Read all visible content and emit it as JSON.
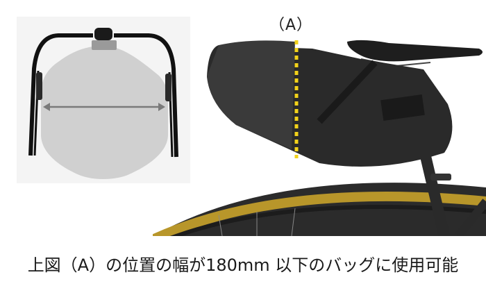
{
  "figure": {
    "left_panel": {
      "description": "Top view of drop handlebar with bag width silhouette",
      "arrow": "width-arrow"
    },
    "right_panel": {
      "marker_label": "（A）",
      "marker_color": "#f2d21a",
      "tire_sidewall_color": "#b8962a"
    },
    "caption": "上図（A）の位置の幅が180mm 以下のバッグに使用可能"
  }
}
